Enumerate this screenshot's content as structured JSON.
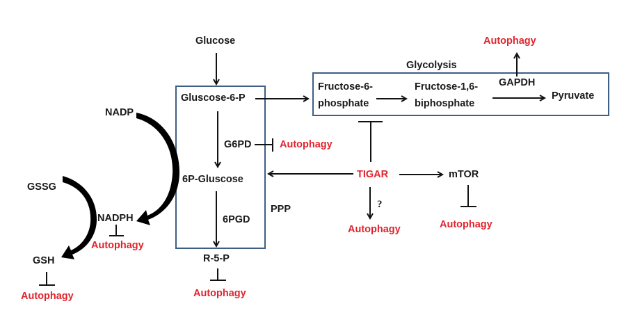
{
  "colors": {
    "text": "#1a1a1a",
    "autophagy": "#e0242e",
    "box_border": "#3d5f86",
    "arrow": "#111111"
  },
  "nodes": {
    "glucose": "Glucose",
    "g6p": "Gluscose-6-P",
    "g6pd": "G6PD",
    "sixpg": "6P-Gluscose",
    "sixpgd": "6PGD",
    "r5p": "R-5-P",
    "ppp": "PPP",
    "nadp": "NADP",
    "nadph": "NADPH",
    "gssg": "GSSG",
    "gsh": "GSH",
    "glycolysis": "Glycolysis",
    "f6p_line1": "Fructose-6-",
    "f6p_line2": "phosphate",
    "f16bp_line1": "Fructose-1,6-",
    "f16bp_line2": "biphosphate",
    "gapdh": "GAPDH",
    "pyruvate": "Pyruvate",
    "tigar": "TIGAR",
    "mtor": "mTOR",
    "question": "?"
  },
  "autophagy": {
    "gapdh": "Autophagy",
    "g6pd": "Autophagy",
    "tigar": "Autophagy",
    "mtor": "Autophagy",
    "nadph": "Autophagy",
    "gsh": "Autophagy",
    "r5p": "Autophagy"
  }
}
